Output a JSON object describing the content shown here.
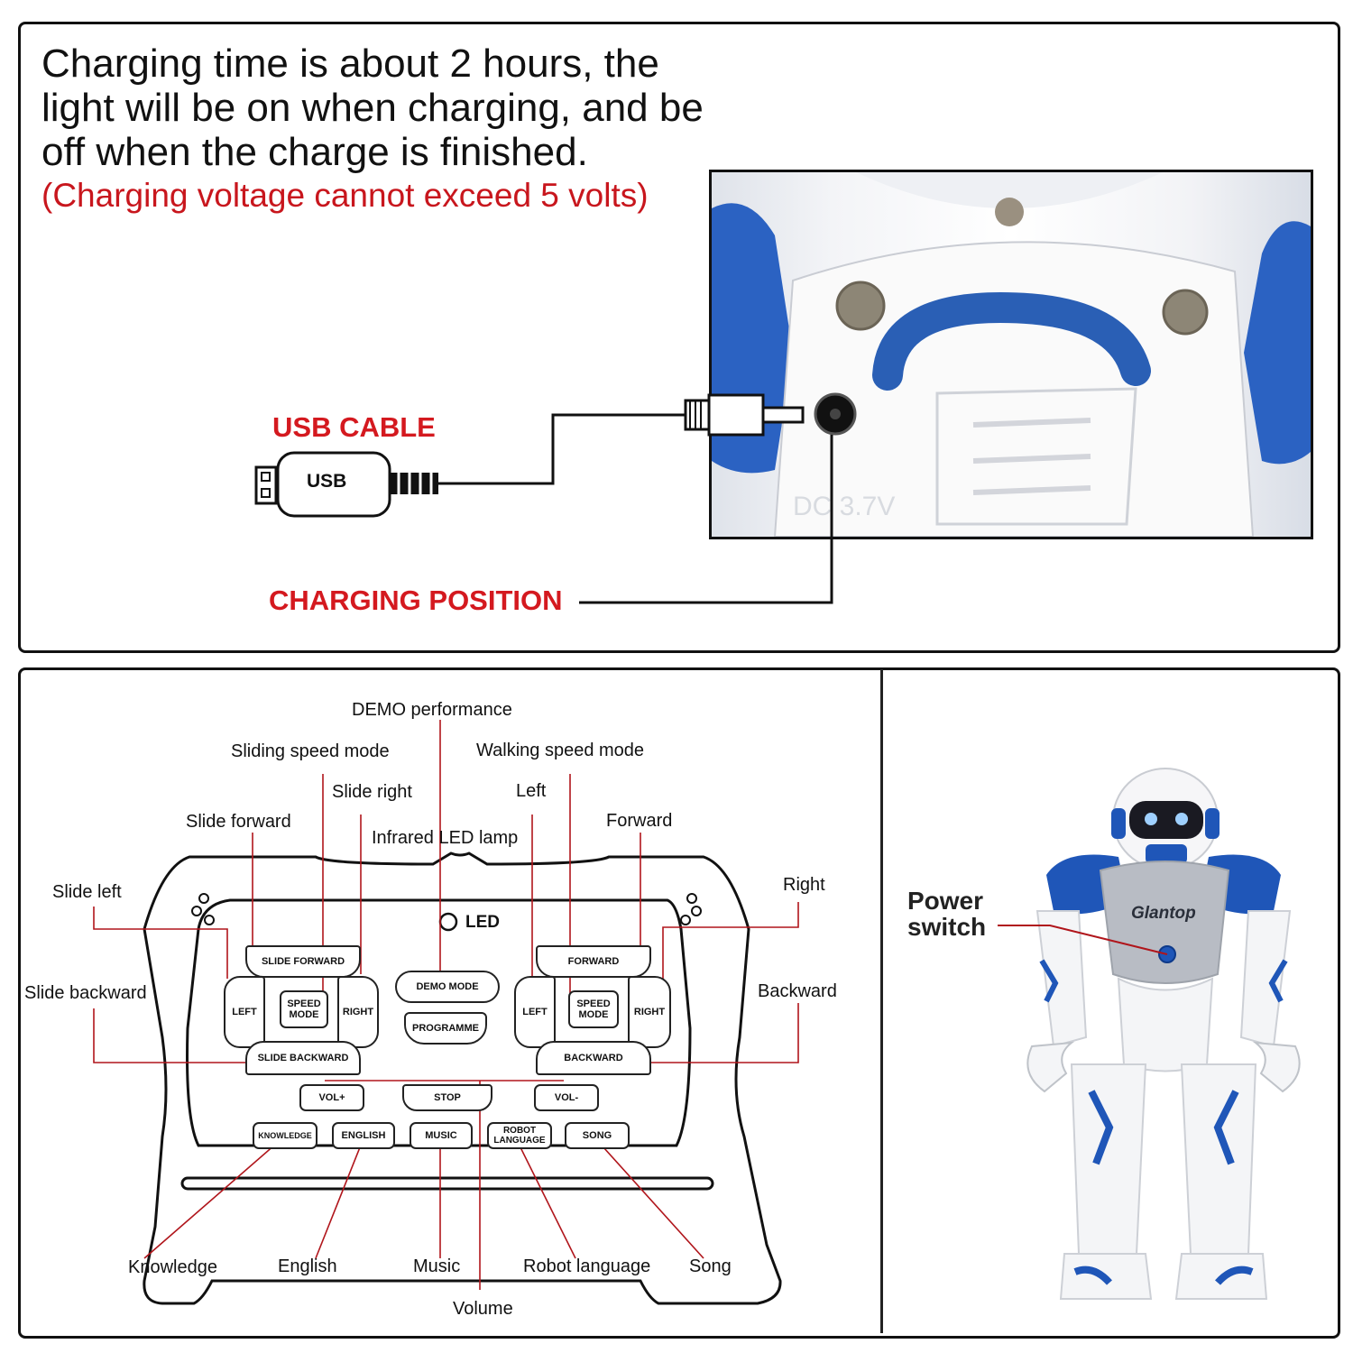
{
  "charging": {
    "intro": "Charging time is about 2 hours, the light will be on when charging, and be off when the charge is finished.",
    "warning": "(Charging voltage cannot exceed 5 volts)",
    "usb_cable_label": "USB CABLE",
    "usb_plug_label": "USB",
    "charging_position_label": "CHARGING POSITION",
    "port_marking": "DC 3.7V"
  },
  "remote": {
    "led_label": "LED",
    "buttons": {
      "slide_forward": "SLIDE FORWARD",
      "left_a": "LEFT",
      "speed_mode_a": "SPEED MODE",
      "right_a": "RIGHT",
      "slide_backward": "SLIDE BACKWARD",
      "demo_mode": "DEMO MODE",
      "programme": "PROGRAMME",
      "forward": "FORWARD",
      "left_b": "LEFT",
      "speed_mode_b": "SPEED MODE",
      "right_b": "RIGHT",
      "backward": "BACKWARD",
      "vol_plus": "VOL+",
      "stop": "STOP",
      "vol_minus": "VOL-",
      "knowledge": "KNOWLEDGE",
      "english": "ENGLISH",
      "music": "MUSIC",
      "robot_language": "ROBOT LANGUAGE",
      "song": "SONG"
    },
    "callouts": {
      "demo_performance": "DEMO performance",
      "sliding_speed_mode": "Sliding speed mode",
      "walking_speed_mode": "Walking speed mode",
      "slide_right": "Slide right",
      "left": "Left",
      "slide_forward": "Slide forward",
      "infrared_led_lamp": "Infrared LED lamp",
      "forward": "Forward",
      "slide_left": "Slide left",
      "right": "Right",
      "slide_backward": "Slide backward",
      "backward": "Backward",
      "knowledge": "Knowledge",
      "english": "English",
      "music": "Music",
      "robot_language": "Robot language",
      "song": "Song",
      "volume": "Volume"
    }
  },
  "robot": {
    "power_switch_label": "Power switch",
    "brand": "Glantop"
  },
  "colors": {
    "label_red": "#d4191f",
    "robot_blue": "#1f56b8"
  }
}
